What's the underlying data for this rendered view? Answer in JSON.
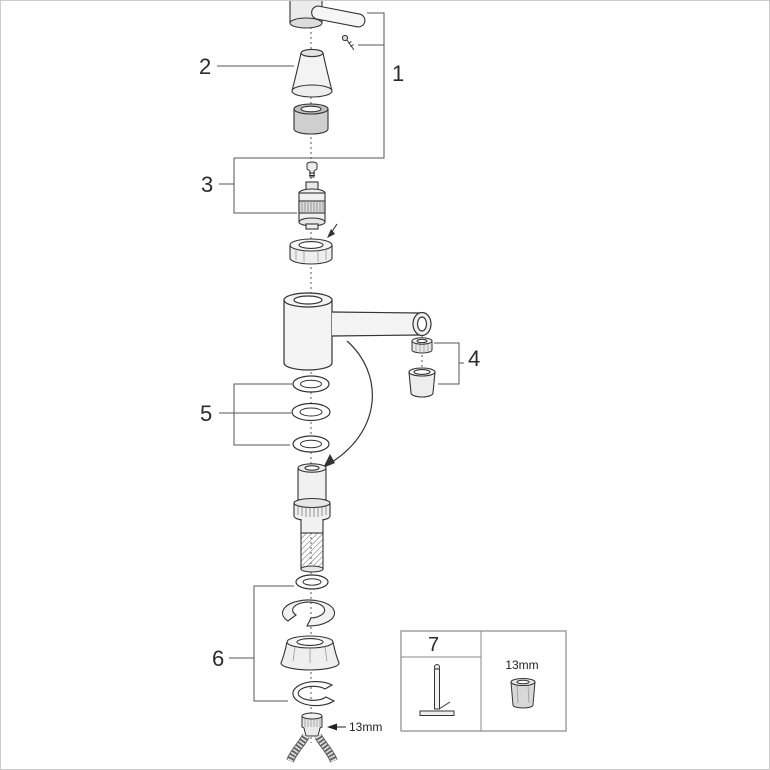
{
  "figure": {
    "kind": "exploded-parts-diagram",
    "background": "#ffffff",
    "line_color": "#333333",
    "callout_line_color": "#555555",
    "callout_text_color": "#2b2b2b",
    "frame_color": "#cccccc"
  },
  "callouts": {
    "c1": "1",
    "c2": "2",
    "c3": "3",
    "c4": "4",
    "c5": "5",
    "c6": "6",
    "c7": "7"
  },
  "annotations": {
    "hose_connector_wrench_size": "13mm",
    "toolbox_wrench_size": "13mm"
  }
}
